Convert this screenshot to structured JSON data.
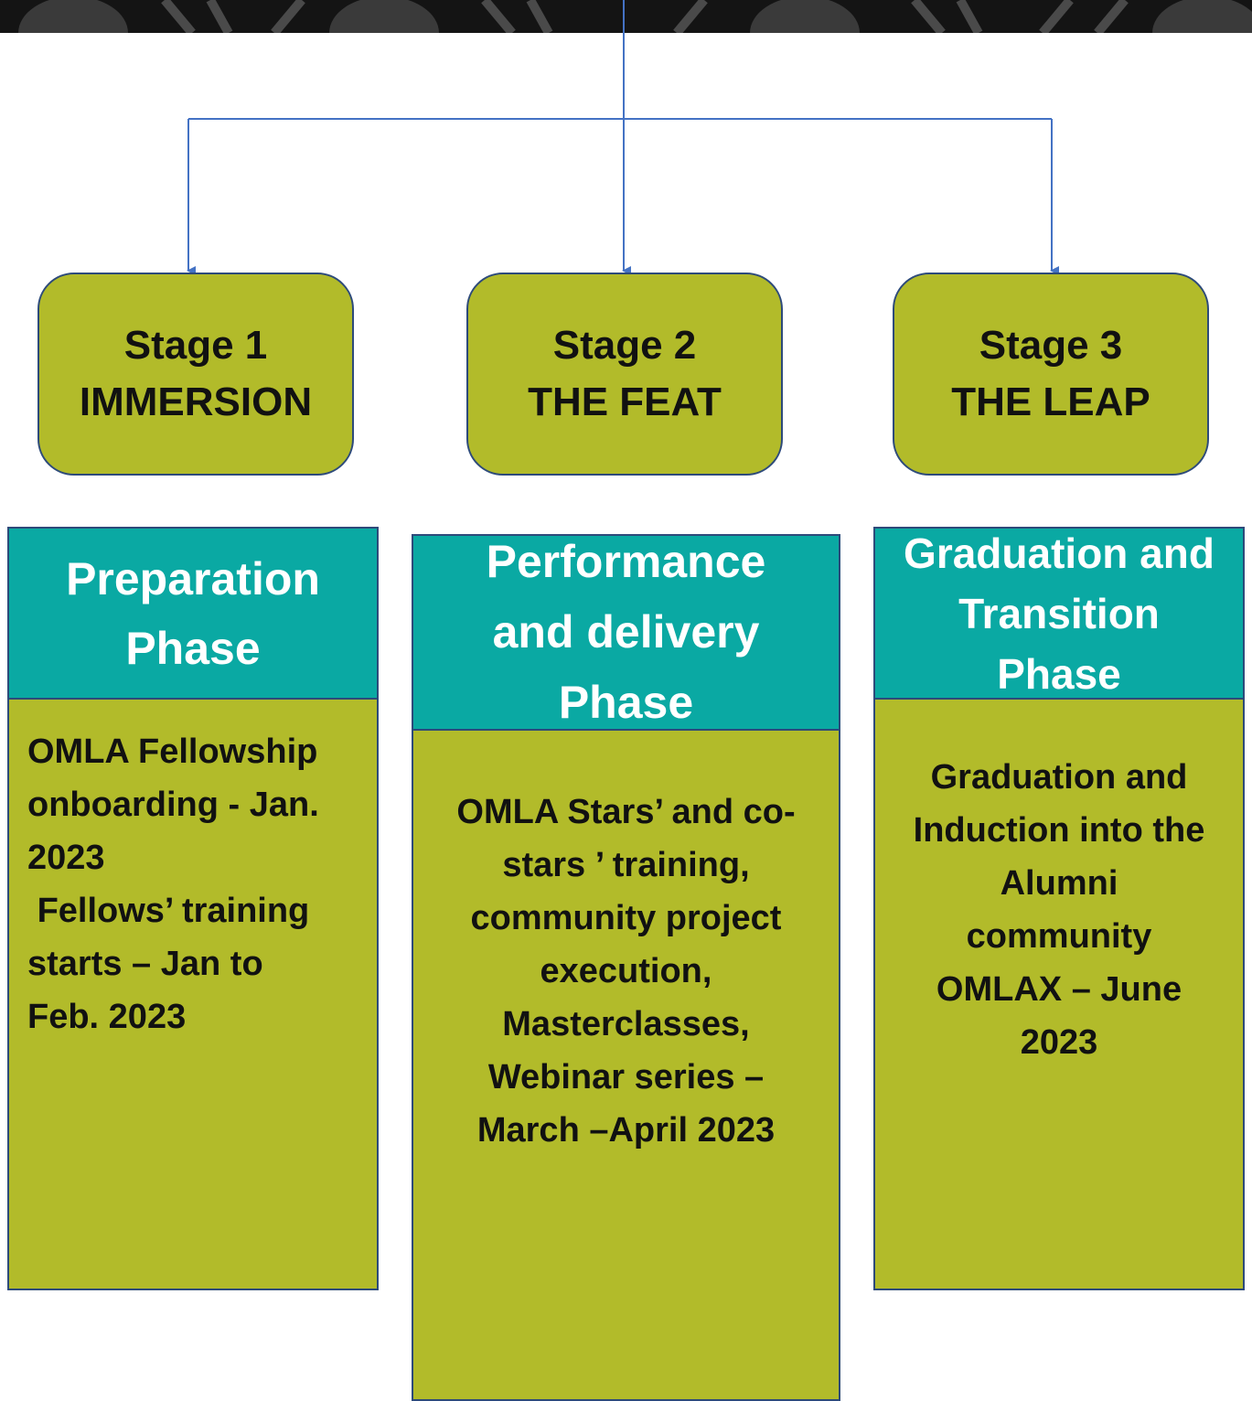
{
  "colors": {
    "banner": "#141414",
    "connector": "#4472c4",
    "stage_fill": "#b2bb2a",
    "phase_header_fill": "#0aa9a3",
    "border": "#2d4a7a"
  },
  "stages": [
    {
      "number": "Stage 1",
      "name": "IMMERSION"
    },
    {
      "number": "Stage 2",
      "name": "THE FEAT"
    },
    {
      "number": "Stage 3",
      "name": "THE LEAP"
    }
  ],
  "phases": [
    {
      "title_lines": [
        "Preparation",
        "Phase"
      ],
      "body_lines": [
        "OMLA Fellowship",
        "onboarding - Jan.",
        "2023",
        " Fellows’ training",
        "starts – Jan to",
        "Feb. 2023"
      ]
    },
    {
      "title_lines": [
        "Performance",
        "and delivery",
        "Phase"
      ],
      "body_lines": [
        "OMLA Stars’ and co-",
        "stars ’ training,",
        "community project",
        "execution,",
        "Masterclasses,",
        "Webinar series –",
        "March –April 2023"
      ]
    },
    {
      "title_lines": [
        "Graduation and",
        "Transition",
        "Phase"
      ],
      "body_lines": [
        "Graduation and",
        "Induction into the",
        "Alumni",
        "community",
        "OMLAX – June",
        "2023"
      ]
    }
  ]
}
